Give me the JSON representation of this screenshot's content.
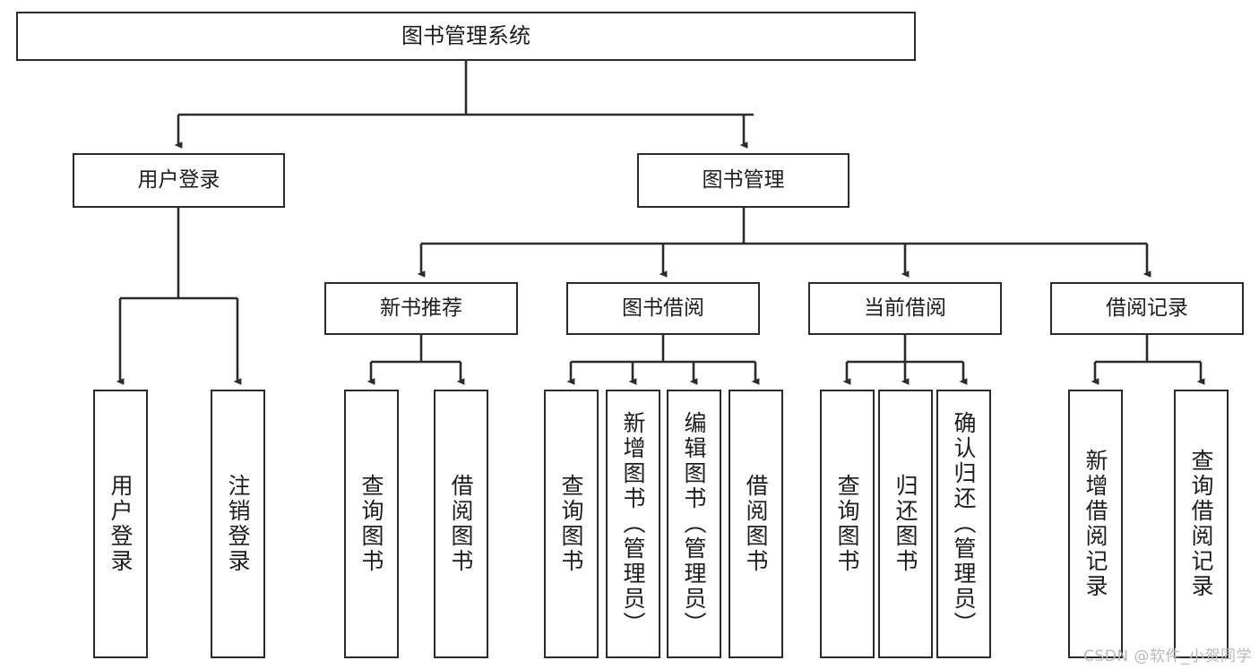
{
  "diagram": {
    "title": "图书管理系统",
    "watermark": "CSDN @软件_小贺同学",
    "stroke_color": "#2b2b2b",
    "fill_color": "#ffffff",
    "text_color": "#1d1d1d",
    "watermark_color": "#b9b9b9",
    "nodes": {
      "root": "图书管理系统",
      "user_login": "用户登录",
      "book_manage": "图书管理",
      "new_book_rec": "新书推荐",
      "book_borrow": "图书借阅",
      "current_borrow": "当前借阅",
      "borrow_record": "借阅记录",
      "leaf_user_login": "用户登录",
      "leaf_logout": "注销登录",
      "leaf_query_book_1": "查询图书",
      "leaf_borrow_book_1": "借阅图书",
      "leaf_query_book_2": "查询图书",
      "leaf_add_book_admin": "新增图书（管理员）",
      "leaf_edit_book_admin": "编辑图书（管理员）",
      "leaf_borrow_book_2": "借阅图书",
      "leaf_query_book_3": "查询图书",
      "leaf_return_book": "归还图书",
      "leaf_confirm_return_admin": "确认归还（管理员）",
      "leaf_add_record": "新增借阅记录",
      "leaf_query_record": "查询借阅记录"
    },
    "edges": [
      {
        "from": "root",
        "to": "user_login"
      },
      {
        "from": "root",
        "to": "book_manage"
      },
      {
        "from": "user_login",
        "to": "leaf_user_login"
      },
      {
        "from": "user_login",
        "to": "leaf_logout"
      },
      {
        "from": "book_manage",
        "to": "new_book_rec"
      },
      {
        "from": "book_manage",
        "to": "book_borrow"
      },
      {
        "from": "book_manage",
        "to": "current_borrow"
      },
      {
        "from": "book_manage",
        "to": "borrow_record"
      },
      {
        "from": "new_book_rec",
        "to": "leaf_query_book_1"
      },
      {
        "from": "new_book_rec",
        "to": "leaf_borrow_book_1"
      },
      {
        "from": "book_borrow",
        "to": "leaf_query_book_2"
      },
      {
        "from": "book_borrow",
        "to": "leaf_add_book_admin"
      },
      {
        "from": "book_borrow",
        "to": "leaf_edit_book_admin"
      },
      {
        "from": "book_borrow",
        "to": "leaf_borrow_book_2"
      },
      {
        "from": "current_borrow",
        "to": "leaf_query_book_3"
      },
      {
        "from": "current_borrow",
        "to": "leaf_return_book"
      },
      {
        "from": "current_borrow",
        "to": "leaf_confirm_return_admin"
      },
      {
        "from": "borrow_record",
        "to": "leaf_add_record"
      },
      {
        "from": "borrow_record",
        "to": "leaf_query_record"
      }
    ]
  }
}
